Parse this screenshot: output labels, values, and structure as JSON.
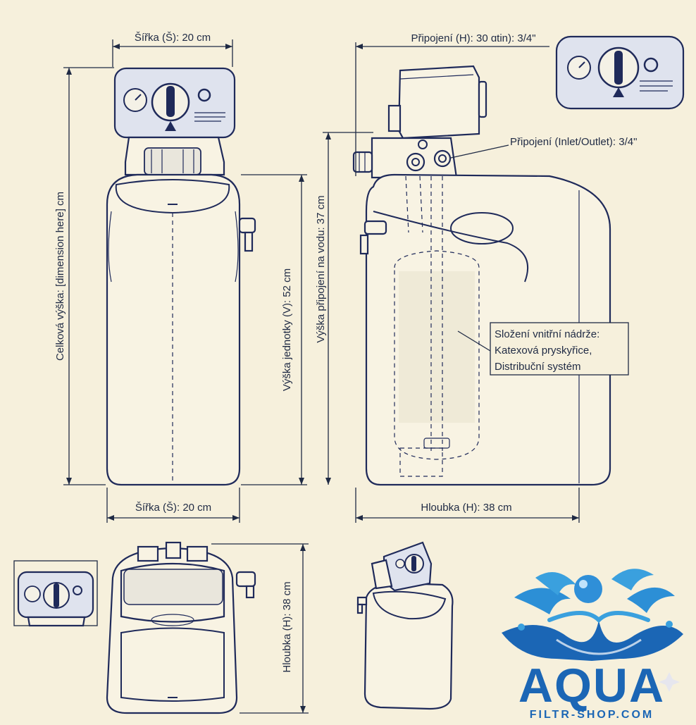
{
  "labels": {
    "front_width_top": "Šířka (Š): 20 cm",
    "front_width_bottom": "Šířka (Š): 20 cm",
    "total_height": "Celková výška: [dimension here] cm",
    "unit_height": "Výška jednotky (V): 52 cm",
    "connection_top": "Připojení (H): 30 ɑtin): 3/4\"",
    "connection_inlet": "Připojení (Inlet/Outlet): 3/4\"",
    "water_connection_height": "Výška připojení na vodu: 37 cm",
    "tank_composition_line1": "Složení vnitřní nádrže:",
    "tank_composition_line2": "Katexová pryskyřice,",
    "tank_composition_line3": "Distribuční systém",
    "side_depth": "Hloubka (H): 38 cm",
    "top_depth": "Hloubka (H): 38 cm"
  },
  "logo": {
    "word": "AQUA",
    "sub": "FILTR-SHOP.COM",
    "primary_color": "#1b66b5",
    "accent_color": "#3aa0de"
  },
  "colors": {
    "background": "#f6f0dc",
    "ink": "#1f2a5a"
  }
}
